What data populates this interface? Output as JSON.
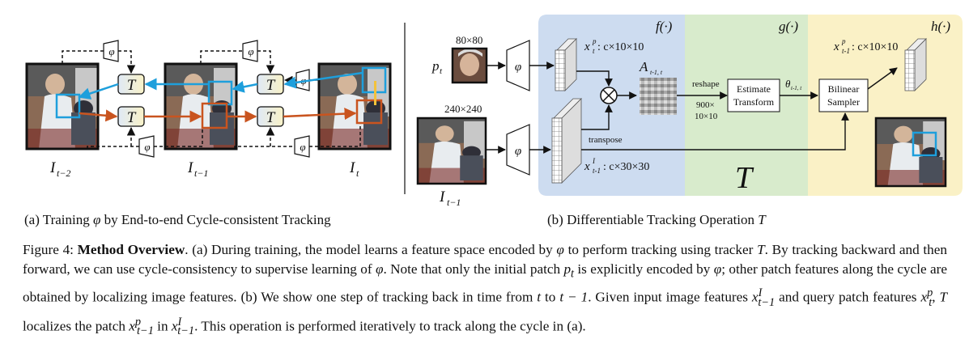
{
  "figure": {
    "left": {
      "frame_labels": [
        "I",
        "t−2",
        "I",
        "t−1",
        "I",
        "t"
      ],
      "phi": "φ",
      "tracker": "T"
    },
    "right": {
      "fn_f": "f(·)",
      "fn_g": "g(·)",
      "fn_h": "h(·)",
      "size_patch": "80×80",
      "size_image": "240×240",
      "p_label": "p",
      "p_sub": "t",
      "xtp": "x",
      "xtp_sup": "p",
      "xtp_sub": "t",
      "xtp_dim": ": c×10×10",
      "A": "A",
      "A_sub": "t-1, t",
      "transpose": "transpose",
      "reshape": "reshape",
      "reshape_dim1": "900×",
      "reshape_dim2": "10×10",
      "estimate1": "Estimate",
      "estimate2": "Transform",
      "theta": "θ",
      "theta_sub": "t-1, t",
      "bilinear1": "Bilinear",
      "bilinear2": "Sampler",
      "xout_sub": "t-1",
      "xout_dim": ": c×10×10",
      "xI_sup": "I",
      "xI_sub": "t-1",
      "xI_dim": ": c×30×30",
      "I_label": "I",
      "I_sub": "t−1",
      "T_big": "T",
      "otimes": "⊗"
    }
  },
  "subcaptions": {
    "a_pre": "(a) Training ",
    "a_phi": "φ",
    "a_post": " by End-to-end Cycle-consistent Tracking",
    "b_pre": "(b) Differentiable Tracking Operation ",
    "b_T": "T"
  },
  "caption": {
    "label": "Figure 4: ",
    "title": "Method Overview",
    "s1": ". (a) During training, the model learns a feature space encoded by ",
    "phi": "φ",
    "s2": " to perform tracking using tracker ",
    "T": "T",
    "s3": ". By tracking backward and then forward, we can use cycle-consistency to supervise learning of ",
    "s4": ". Note that only the initial patch ",
    "p": "p",
    "p_sub": "t",
    "s5": " is explicitly encoded by ",
    "s6": "; other patch features along the cycle are obtained by localizing image features. (b) We show one step of tracking back in time from ",
    "t": "t",
    "s7": " to ",
    "tm1": "t − 1",
    "s8": ". Given input image features ",
    "x": "x",
    "xI_sup": "I",
    "xI_sub": "t−1",
    "s9": " and query patch features ",
    "xp_sup": "p",
    "xp_sub": "t",
    "s10": ", ",
    "s11": " localizes the patch ",
    "xpo_sub": "t−1",
    "s12": " in ",
    "s13": ". This operation is performed iteratively to track along the cycle in (a)."
  }
}
